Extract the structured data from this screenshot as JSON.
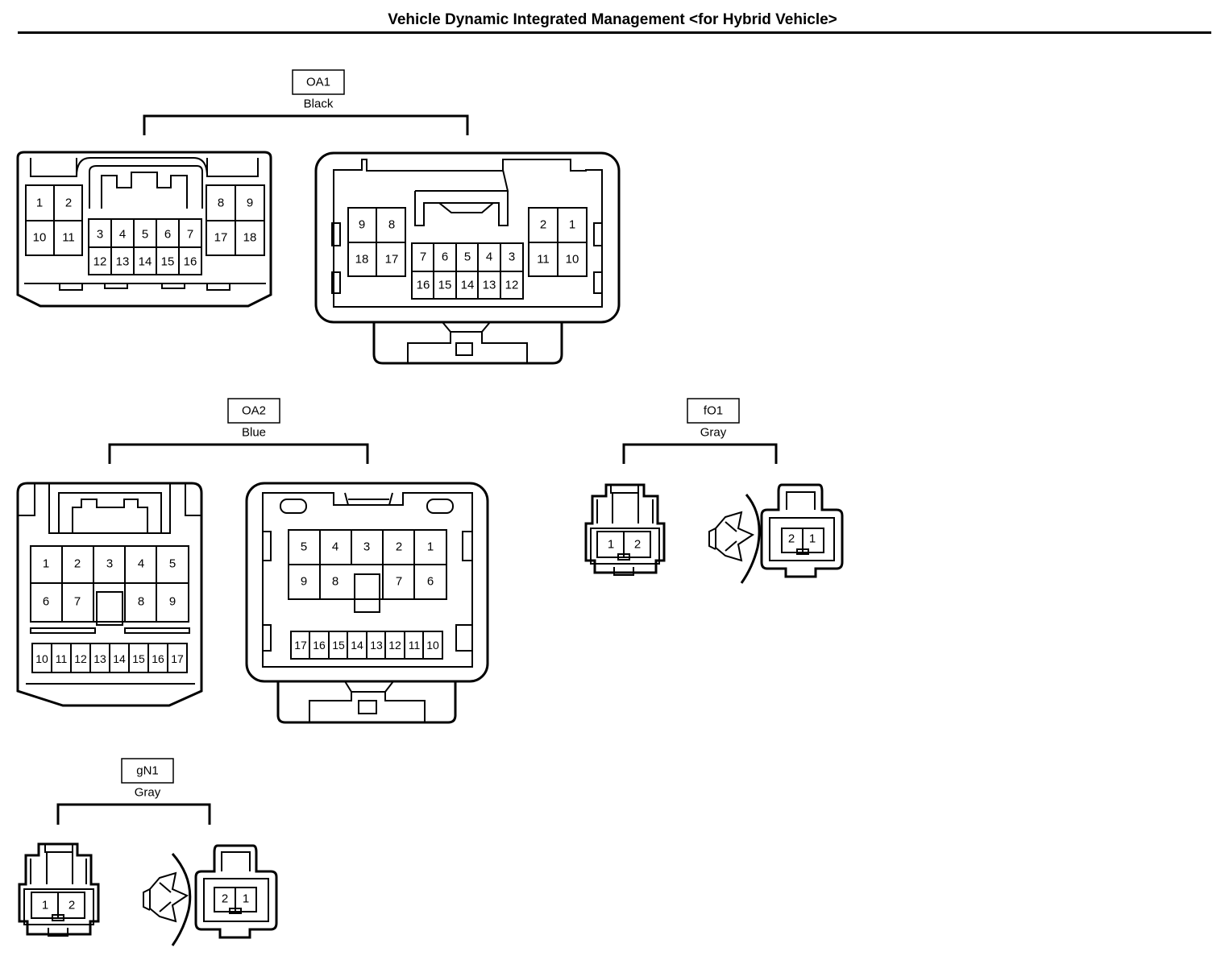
{
  "title": "Vehicle Dynamic Integrated Management <for Hybrid Vehicle>",
  "connectors": [
    {
      "id": "OA1",
      "color": "Black",
      "left_pins": {
        "top_left": [
          "1",
          "2"
        ],
        "top_right": [
          "8",
          "9"
        ],
        "bot_left": [
          "10",
          "11"
        ],
        "bot_right": [
          "17",
          "18"
        ],
        "mid_top": [
          "3",
          "4",
          "5",
          "6",
          "7"
        ],
        "mid_bot": [
          "12",
          "13",
          "14",
          "15",
          "16"
        ]
      },
      "right_pins": {
        "top_left": [
          "9",
          "8"
        ],
        "top_right": [
          "2",
          "1"
        ],
        "bot_left": [
          "18",
          "17"
        ],
        "bot_right": [
          "11",
          "10"
        ],
        "mid_top": [
          "7",
          "6",
          "5",
          "4",
          "3"
        ],
        "mid_bot": [
          "16",
          "15",
          "14",
          "13",
          "12"
        ]
      }
    },
    {
      "id": "OA2",
      "color": "Blue",
      "left_pins": {
        "row1": [
          "1",
          "2",
          "3",
          "4",
          "5"
        ],
        "row2": [
          "6",
          "7",
          "",
          "8",
          "9"
        ],
        "row3": [
          "10",
          "11",
          "12",
          "13",
          "14",
          "15",
          "16",
          "17"
        ]
      },
      "right_pins": {
        "row1": [
          "5",
          "4",
          "3",
          "2",
          "1"
        ],
        "row2": [
          "9",
          "8",
          "",
          "7",
          "6"
        ],
        "row3": [
          "17",
          "16",
          "15",
          "14",
          "13",
          "12",
          "11",
          "10"
        ]
      }
    },
    {
      "id": "fO1",
      "color": "Gray",
      "left_pins": [
        "1",
        "2"
      ],
      "right_pins": [
        "2",
        "1"
      ]
    },
    {
      "id": "gN1",
      "color": "Gray",
      "left_pins": [
        "1",
        "2"
      ],
      "right_pins": [
        "2",
        "1"
      ]
    }
  ]
}
